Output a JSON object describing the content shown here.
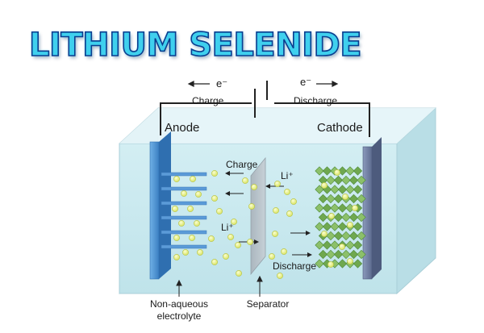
{
  "title": "LITHIUM SELENIDE",
  "circuit": {
    "electron_left": "e⁻",
    "electron_right": "e⁻",
    "charge_label": "Charge",
    "discharge_label": "Discharge"
  },
  "labels": {
    "anode": "Anode",
    "cathode": "Cathode",
    "charge": "Charge",
    "discharge": "Discharge",
    "li_ion_top": "Li⁺",
    "li_ion_mid": "Li⁺",
    "electrolyte_line1": "Non-aqueous",
    "electrolyte_line2": "electrolyte",
    "separator": "Separator"
  },
  "colors": {
    "title_fill": "#3fd0ee",
    "title_stroke": "#0b3d8f",
    "cell_front": "#cbe9ef",
    "anode_plate": "#4a8fd0",
    "cathode_plate": "#6f7fa3",
    "li_ion": "#e4ee7a",
    "cathode_crystal": "#7cb25a"
  }
}
